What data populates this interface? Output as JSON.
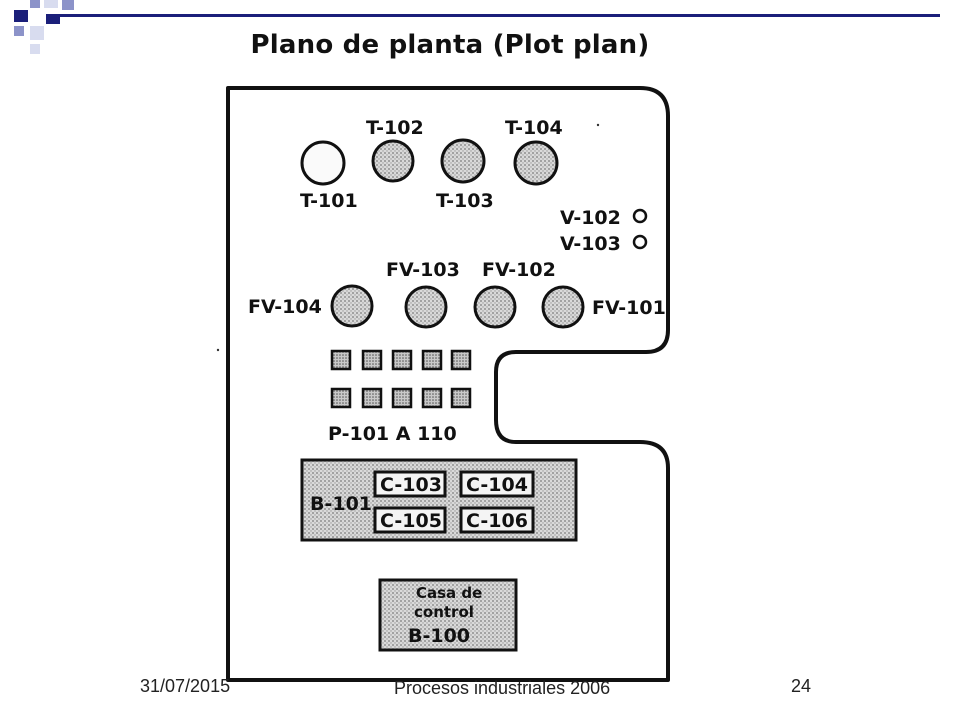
{
  "slide": {
    "title": "Plano de planta (Plot plan)",
    "footer_date": "31/07/2015",
    "footer_center": "Procesos industriales 2006",
    "page_number": "24"
  },
  "plan": {
    "tanks": [
      "T-101",
      "T-102",
      "T-103",
      "T-104"
    ],
    "small_vessels": [
      "V-102",
      "V-103"
    ],
    "vessels": [
      "FV-104",
      "FV-103",
      "FV-102",
      "FV-101"
    ],
    "pumps_label": "P-101 A 110",
    "building_101": {
      "label": "B-101",
      "units": [
        "C-103",
        "C-104",
        "C-105",
        "C-106"
      ]
    },
    "control_house": {
      "line1": "Casa de",
      "line2": "control",
      "line3": "B-100"
    }
  },
  "colors": {
    "outline": "#111111",
    "hatch": "#b8b8b8",
    "deco_navy": "#1b1f7a",
    "deco_light": "#8c93c9"
  }
}
